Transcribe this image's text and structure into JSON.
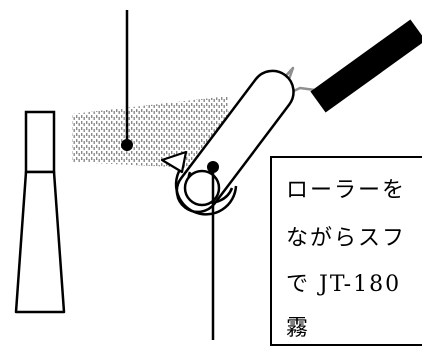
{
  "callout": {
    "lines": [
      "ローラーを",
      "ながらスフ",
      "で JT-180",
      "霧"
    ]
  },
  "colors": {
    "ink": "#000000",
    "paper": "#ffffff",
    "spray_mist": "#8a8a8a",
    "cable": "#8f8f8f"
  }
}
